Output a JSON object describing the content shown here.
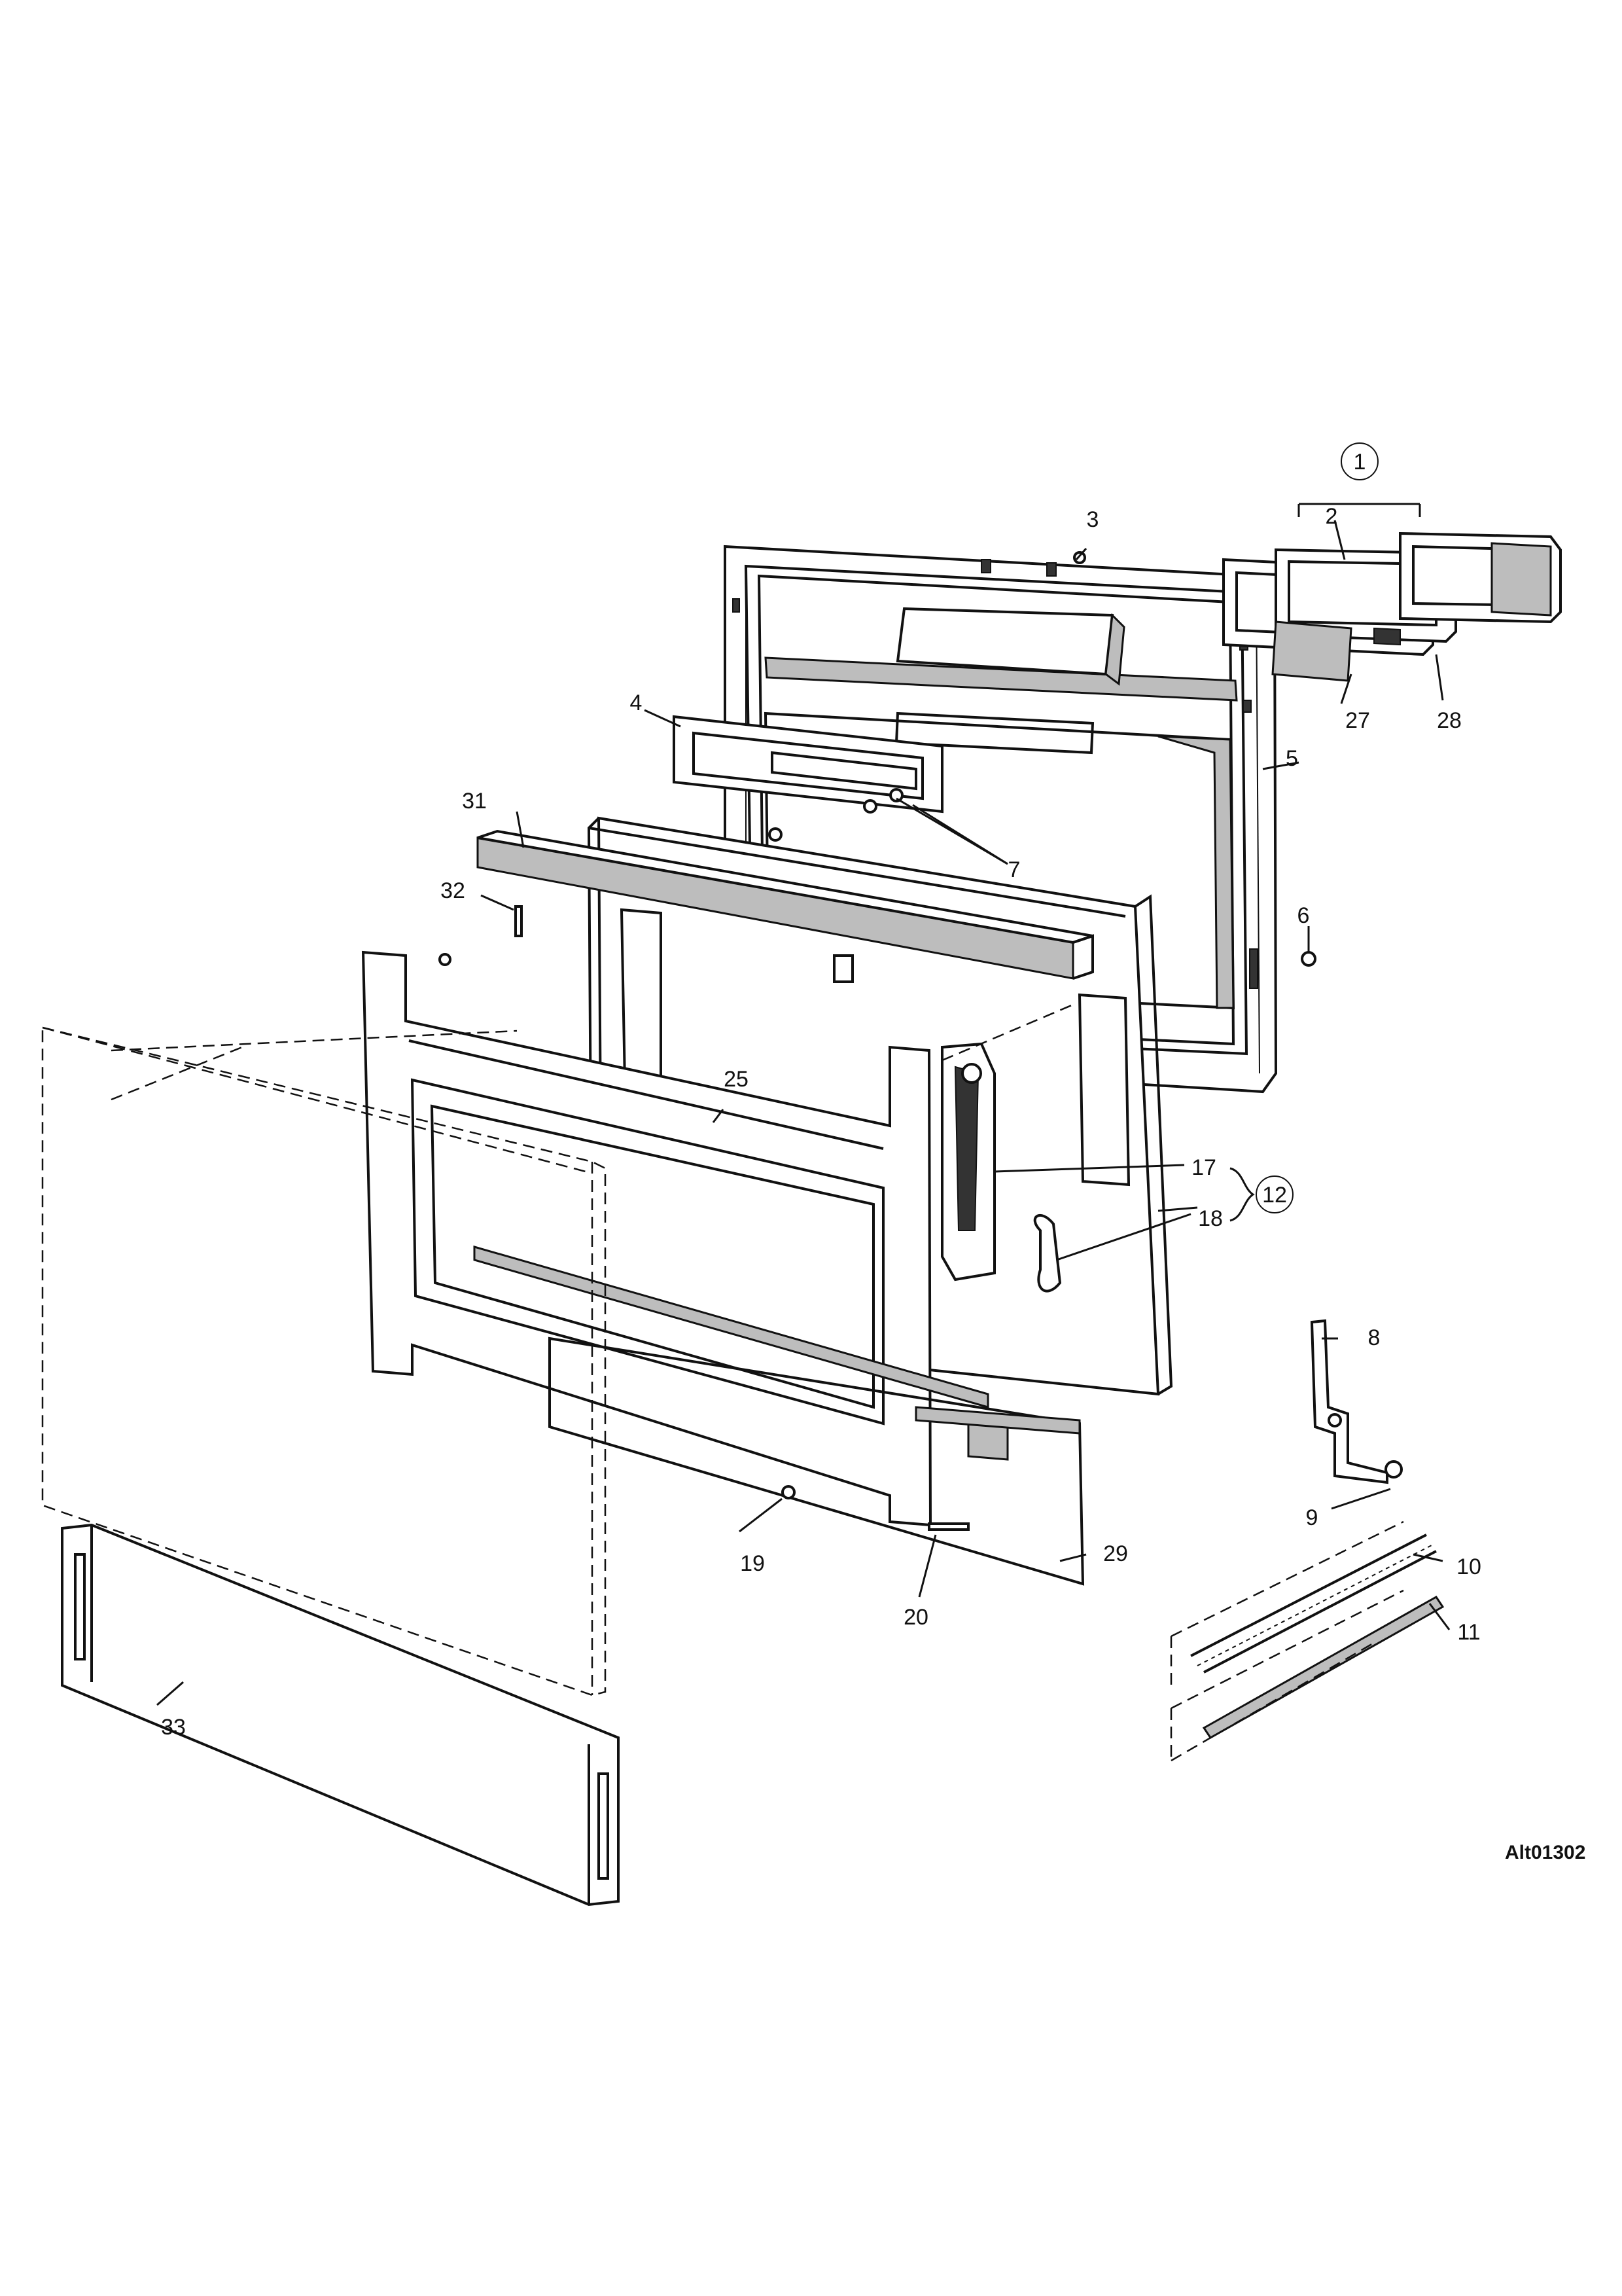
{
  "diagram": {
    "code": "Alt01302",
    "callouts": [
      "1",
      "2",
      "3",
      "4",
      "5",
      "6",
      "7",
      "8",
      "9",
      "10",
      "11",
      "12",
      "17",
      "18",
      "19",
      "20",
      "25",
      "27",
      "28",
      "29",
      "31",
      "32",
      "33"
    ]
  }
}
